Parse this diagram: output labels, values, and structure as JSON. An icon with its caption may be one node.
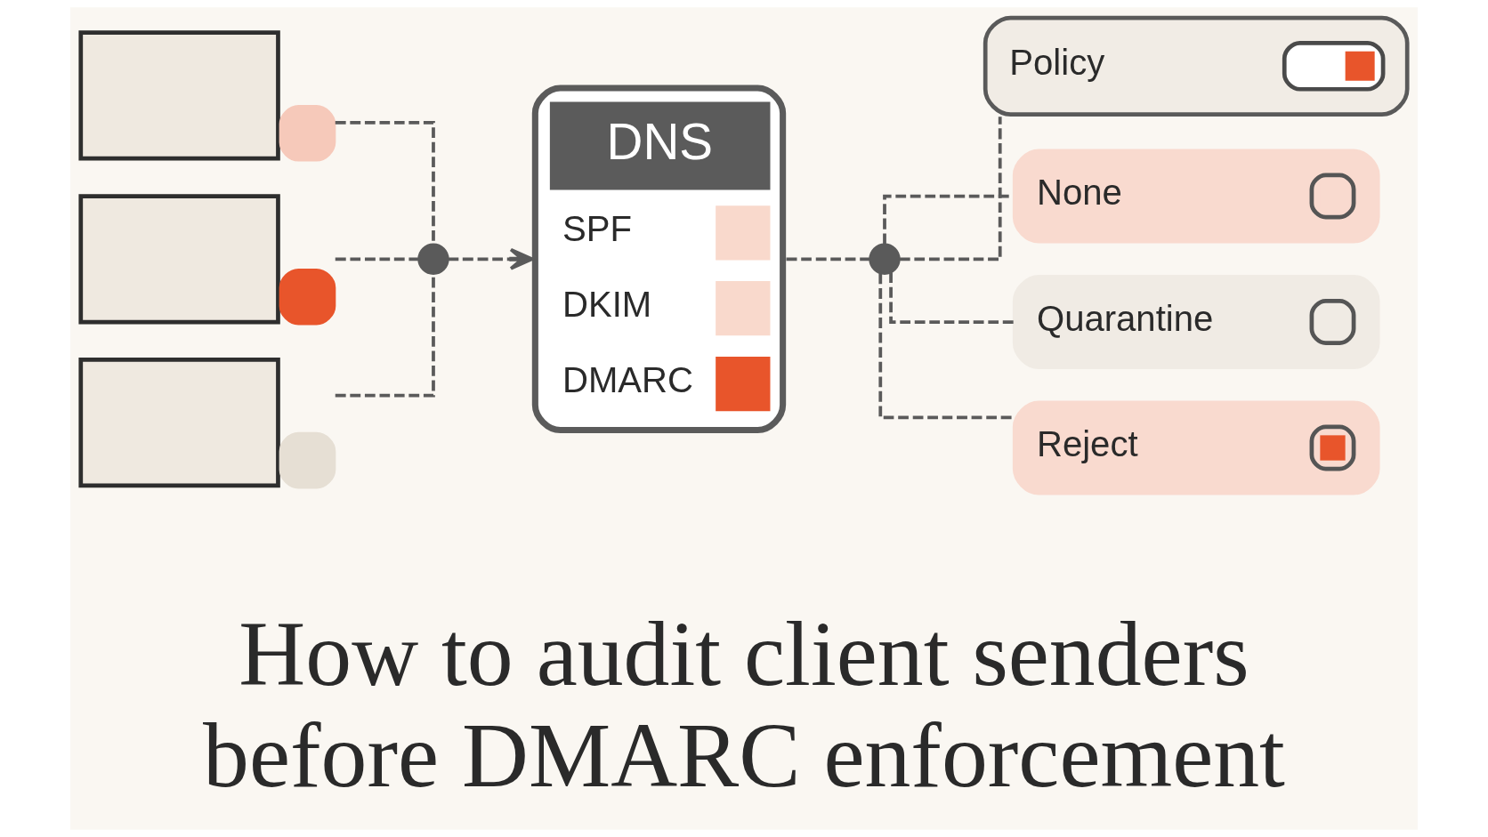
{
  "diagram": {
    "title": "How to audit client senders before DMARC enforcement",
    "nodes": [
      {
        "text": [],
        "shape": "envelope"
      },
      {
        "text": [],
        "shape": "envelope"
      },
      {
        "text": [],
        "shape": "envelope"
      },
      {
        "text": [],
        "shape": "circle"
      },
      {
        "text": [
          "DNS",
          "SPF",
          "DKIM",
          "DMARC"
        ]
      },
      {
        "text": [],
        "shape": "circle"
      },
      {
        "text": [
          "Policy"
        ]
      },
      {
        "text": [
          "None"
        ]
      },
      {
        "text": [
          "Quarantine"
        ]
      },
      {
        "text": [
          "Reject"
        ]
      }
    ],
    "edges": [
      {
        "from": 0,
        "to": 3,
        "arrow": "none",
        "style": "dashed"
      },
      {
        "from": 1,
        "to": 3,
        "arrow": "none",
        "style": "dashed"
      },
      {
        "from": 2,
        "to": 3,
        "arrow": "none",
        "style": "dashed"
      },
      {
        "from": 3,
        "to": 4,
        "arrow": "to",
        "style": "dashed"
      },
      {
        "from": 4,
        "to": 5,
        "arrow": "none",
        "style": "dashed"
      },
      {
        "from": 5,
        "to": 6,
        "arrow": "none",
        "style": "dashed"
      },
      {
        "from": 5,
        "to": 7,
        "arrow": "none",
        "style": "dashed"
      },
      {
        "from": 5,
        "to": 8,
        "arrow": "none",
        "style": "dashed"
      },
      {
        "from": 5,
        "to": 9,
        "arrow": "none",
        "style": "dashed"
      }
    ]
  }
}
